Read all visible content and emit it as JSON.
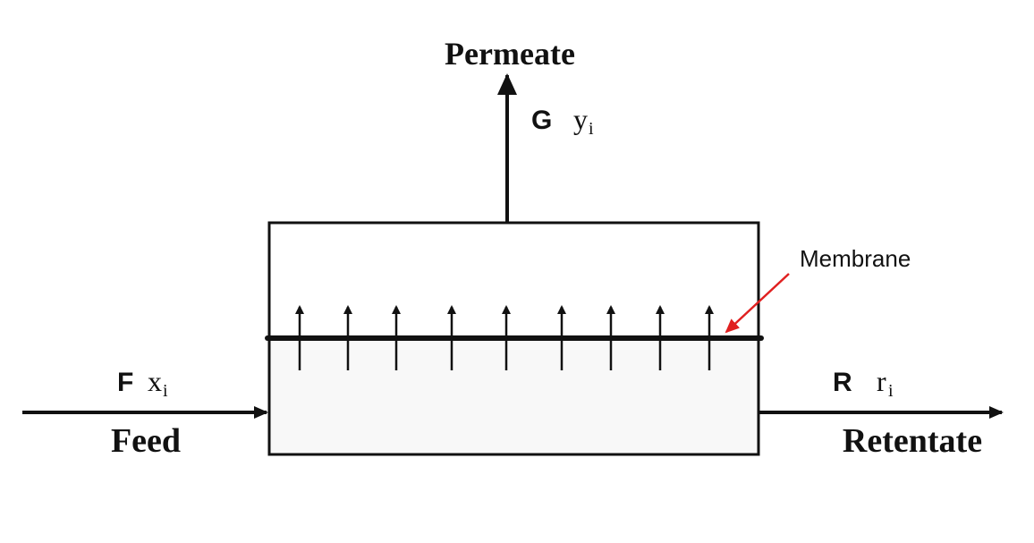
{
  "labels": {
    "permeate": "Permeate",
    "feed": "Feed",
    "retentate": "Retentate",
    "membrane": "Membrane"
  },
  "streams": {
    "permeate": {
      "flow": "G",
      "comp": "y",
      "sub": "i"
    },
    "feed": {
      "flow": "F",
      "comp": "x",
      "sub": "i"
    },
    "retentate": {
      "flow": "R",
      "comp": "r",
      "sub": "i"
    }
  },
  "colors": {
    "pointer": "#e02020",
    "line": "#111111",
    "box_lower": "#f8f8f8"
  },
  "permeation_arrow_count": 9
}
